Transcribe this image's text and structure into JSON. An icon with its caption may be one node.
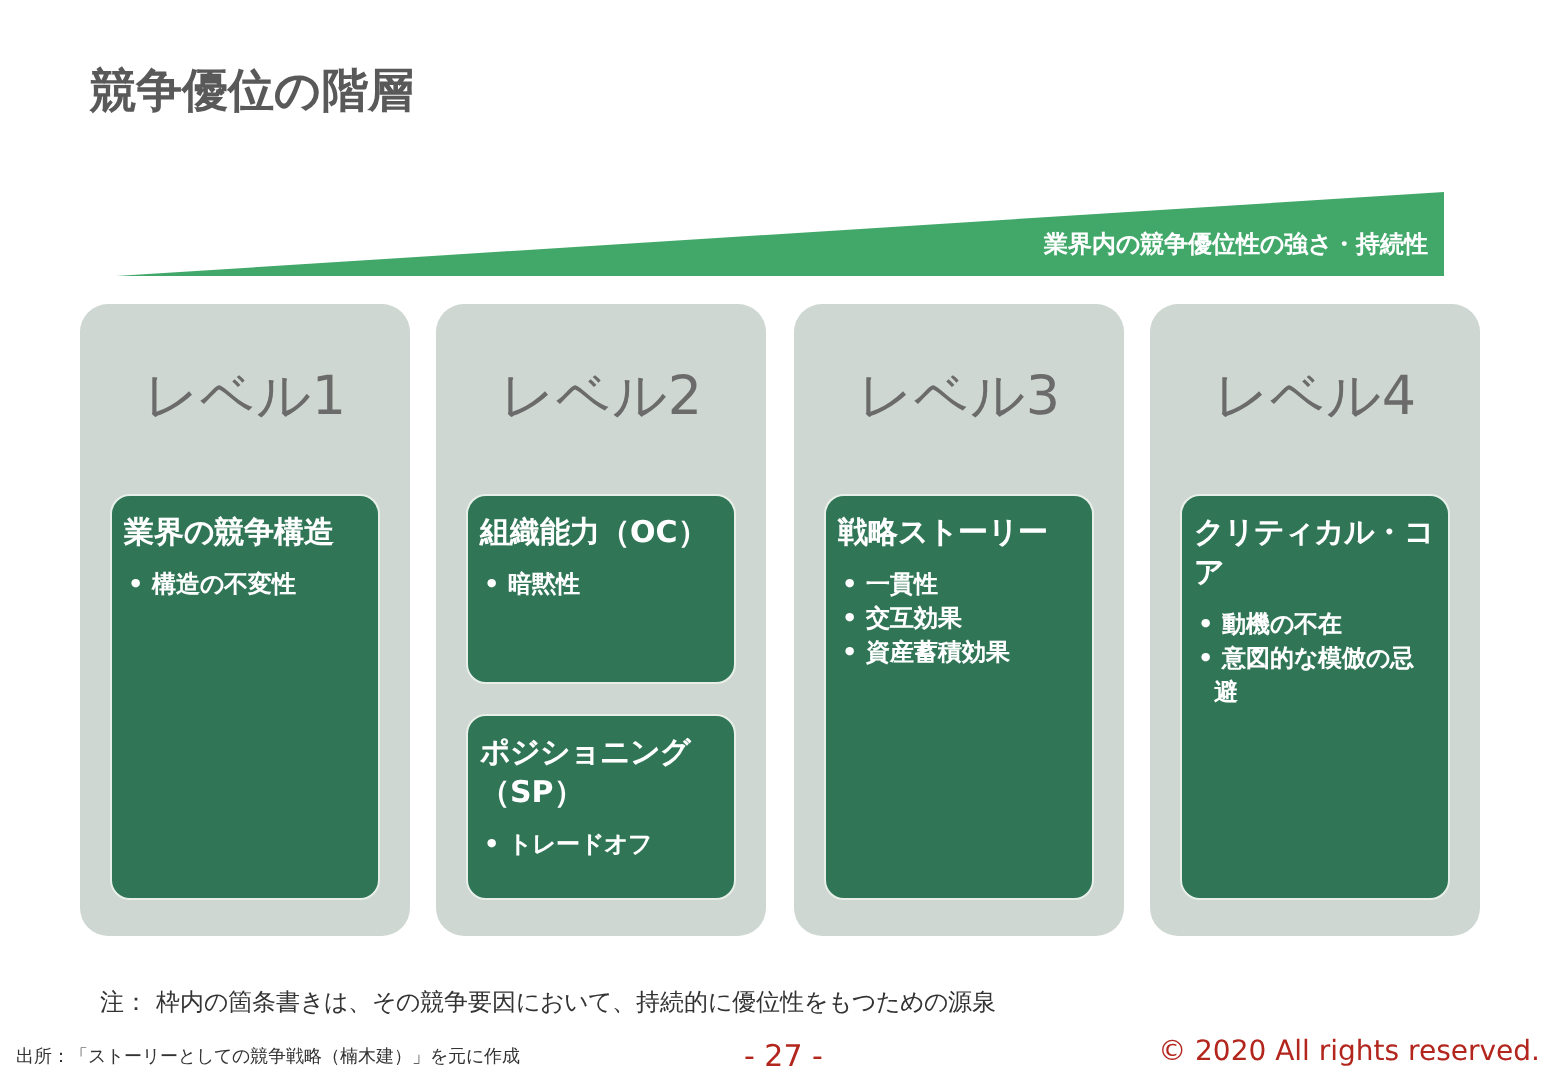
{
  "diagram": {
    "title": "競争優位の階層",
    "nodes": [
      {
        "text": [
          "業界内の競争優位性の強さ・持続性"
        ]
      },
      {
        "text": [
          "レベル1"
        ]
      },
      {
        "text": [
          "業界の競争構造",
          "• 構造の不変性"
        ],
        "in": 1
      },
      {
        "text": [
          "レベル2"
        ]
      },
      {
        "text": [
          "組織能力（OC）",
          "• 暗黙性"
        ],
        "in": 3
      },
      {
        "text": [
          "ポジショニング（SP）",
          "• トレードオフ"
        ],
        "in": 3
      },
      {
        "text": [
          "レベル3"
        ]
      },
      {
        "text": [
          "戦略ストーリー",
          "• 一貫性",
          "• 交互効果",
          "• 資産蓄積効果"
        ],
        "in": 6
      },
      {
        "text": [
          "レベル4"
        ]
      },
      {
        "text": [
          "クリティカル・コア",
          "• 動機の不在",
          "• 意図的な模倣の忌避"
        ],
        "in": 8
      }
    ],
    "edges": [],
    "labels": [
      "注： 枠内の箇条書きは、その競争要因において、持続的に優位性をもつための源泉",
      "出所：「ストーリーとしての競争戦略（楠木建）」を元に作成",
      "- 27 -",
      "© 2020 All rights reserved."
    ]
  }
}
